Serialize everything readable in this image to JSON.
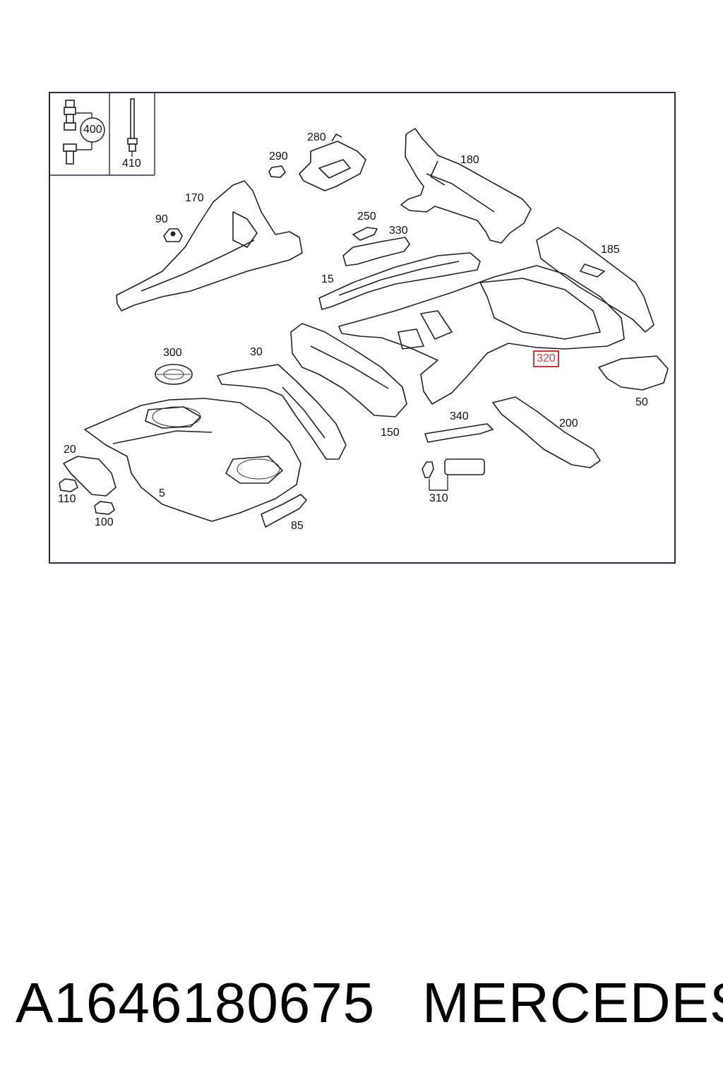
{
  "diagram": {
    "callouts": [
      {
        "id": "c400",
        "label": "400"
      },
      {
        "id": "c410",
        "label": "410"
      },
      {
        "id": "c280",
        "label": "280"
      },
      {
        "id": "c290",
        "label": "290"
      },
      {
        "id": "c180",
        "label": "180"
      },
      {
        "id": "c170",
        "label": "170"
      },
      {
        "id": "c90",
        "label": "90"
      },
      {
        "id": "c250",
        "label": "250"
      },
      {
        "id": "c330",
        "label": "330"
      },
      {
        "id": "c185",
        "label": "185"
      },
      {
        "id": "c15",
        "label": "15"
      },
      {
        "id": "c300",
        "label": "300"
      },
      {
        "id": "c30",
        "label": "30"
      },
      {
        "id": "c150",
        "label": "150"
      },
      {
        "id": "c320",
        "label": "320",
        "highlighted": true
      },
      {
        "id": "c50",
        "label": "50"
      },
      {
        "id": "c340",
        "label": "340"
      },
      {
        "id": "c200",
        "label": "200"
      },
      {
        "id": "c20",
        "label": "20"
      },
      {
        "id": "c110",
        "label": "110"
      },
      {
        "id": "c5",
        "label": "5"
      },
      {
        "id": "c100",
        "label": "100"
      },
      {
        "id": "c85",
        "label": "85"
      },
      {
        "id": "c310",
        "label": "310"
      }
    ],
    "highlight_color": "#d33333"
  },
  "footer": {
    "part_number": "A1646180675",
    "brand": "MERCEDES"
  }
}
